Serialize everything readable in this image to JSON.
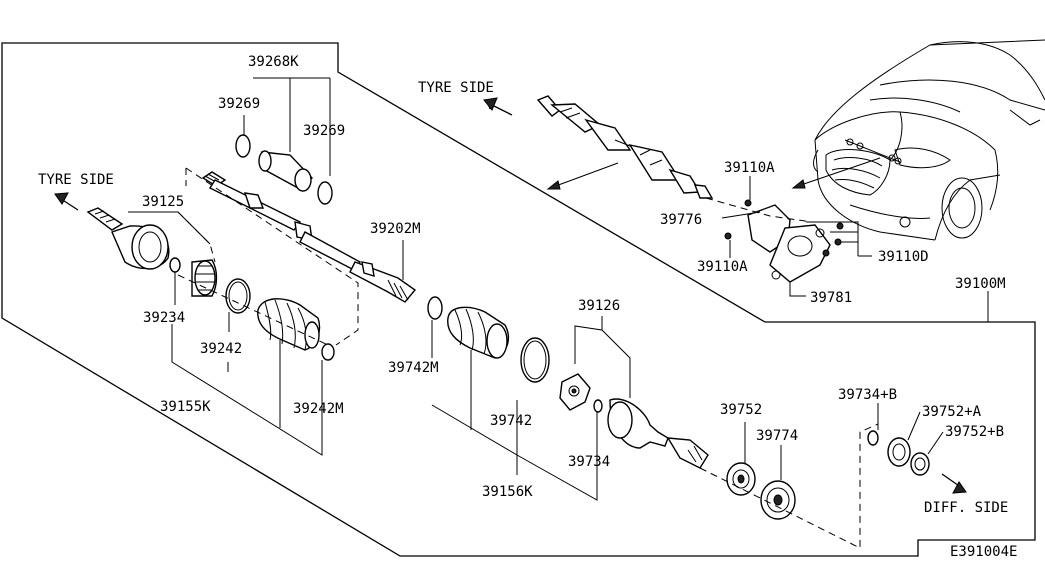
{
  "diagram": {
    "code": "E391004E",
    "tyre_side_top": "TYRE SIDE",
    "tyre_side_left": "TYRE SIDE",
    "diff_side": "DIFF. SIDE",
    "labels": {
      "p39268K": "39268K",
      "p39269a": "39269",
      "p39269b": "39269",
      "p39125": "39125",
      "p39202M": "39202M",
      "p39234": "39234",
      "p39242": "39242",
      "p39155K": "39155K",
      "p39242M": "39242M",
      "p39742M": "39742M",
      "p39742": "39742",
      "p39126": "39126",
      "p39734": "39734",
      "p39156K": "39156K",
      "p39752": "39752",
      "p39774": "39774",
      "p39734B": "39734+B",
      "p39752A": "39752+A",
      "p39752B": "39752+B",
      "p39100M": "39100M",
      "p39110A_top": "39110A",
      "p39776": "39776",
      "p39110A_bot": "39110A",
      "p39110D": "39110D",
      "p39781": "39781"
    }
  }
}
